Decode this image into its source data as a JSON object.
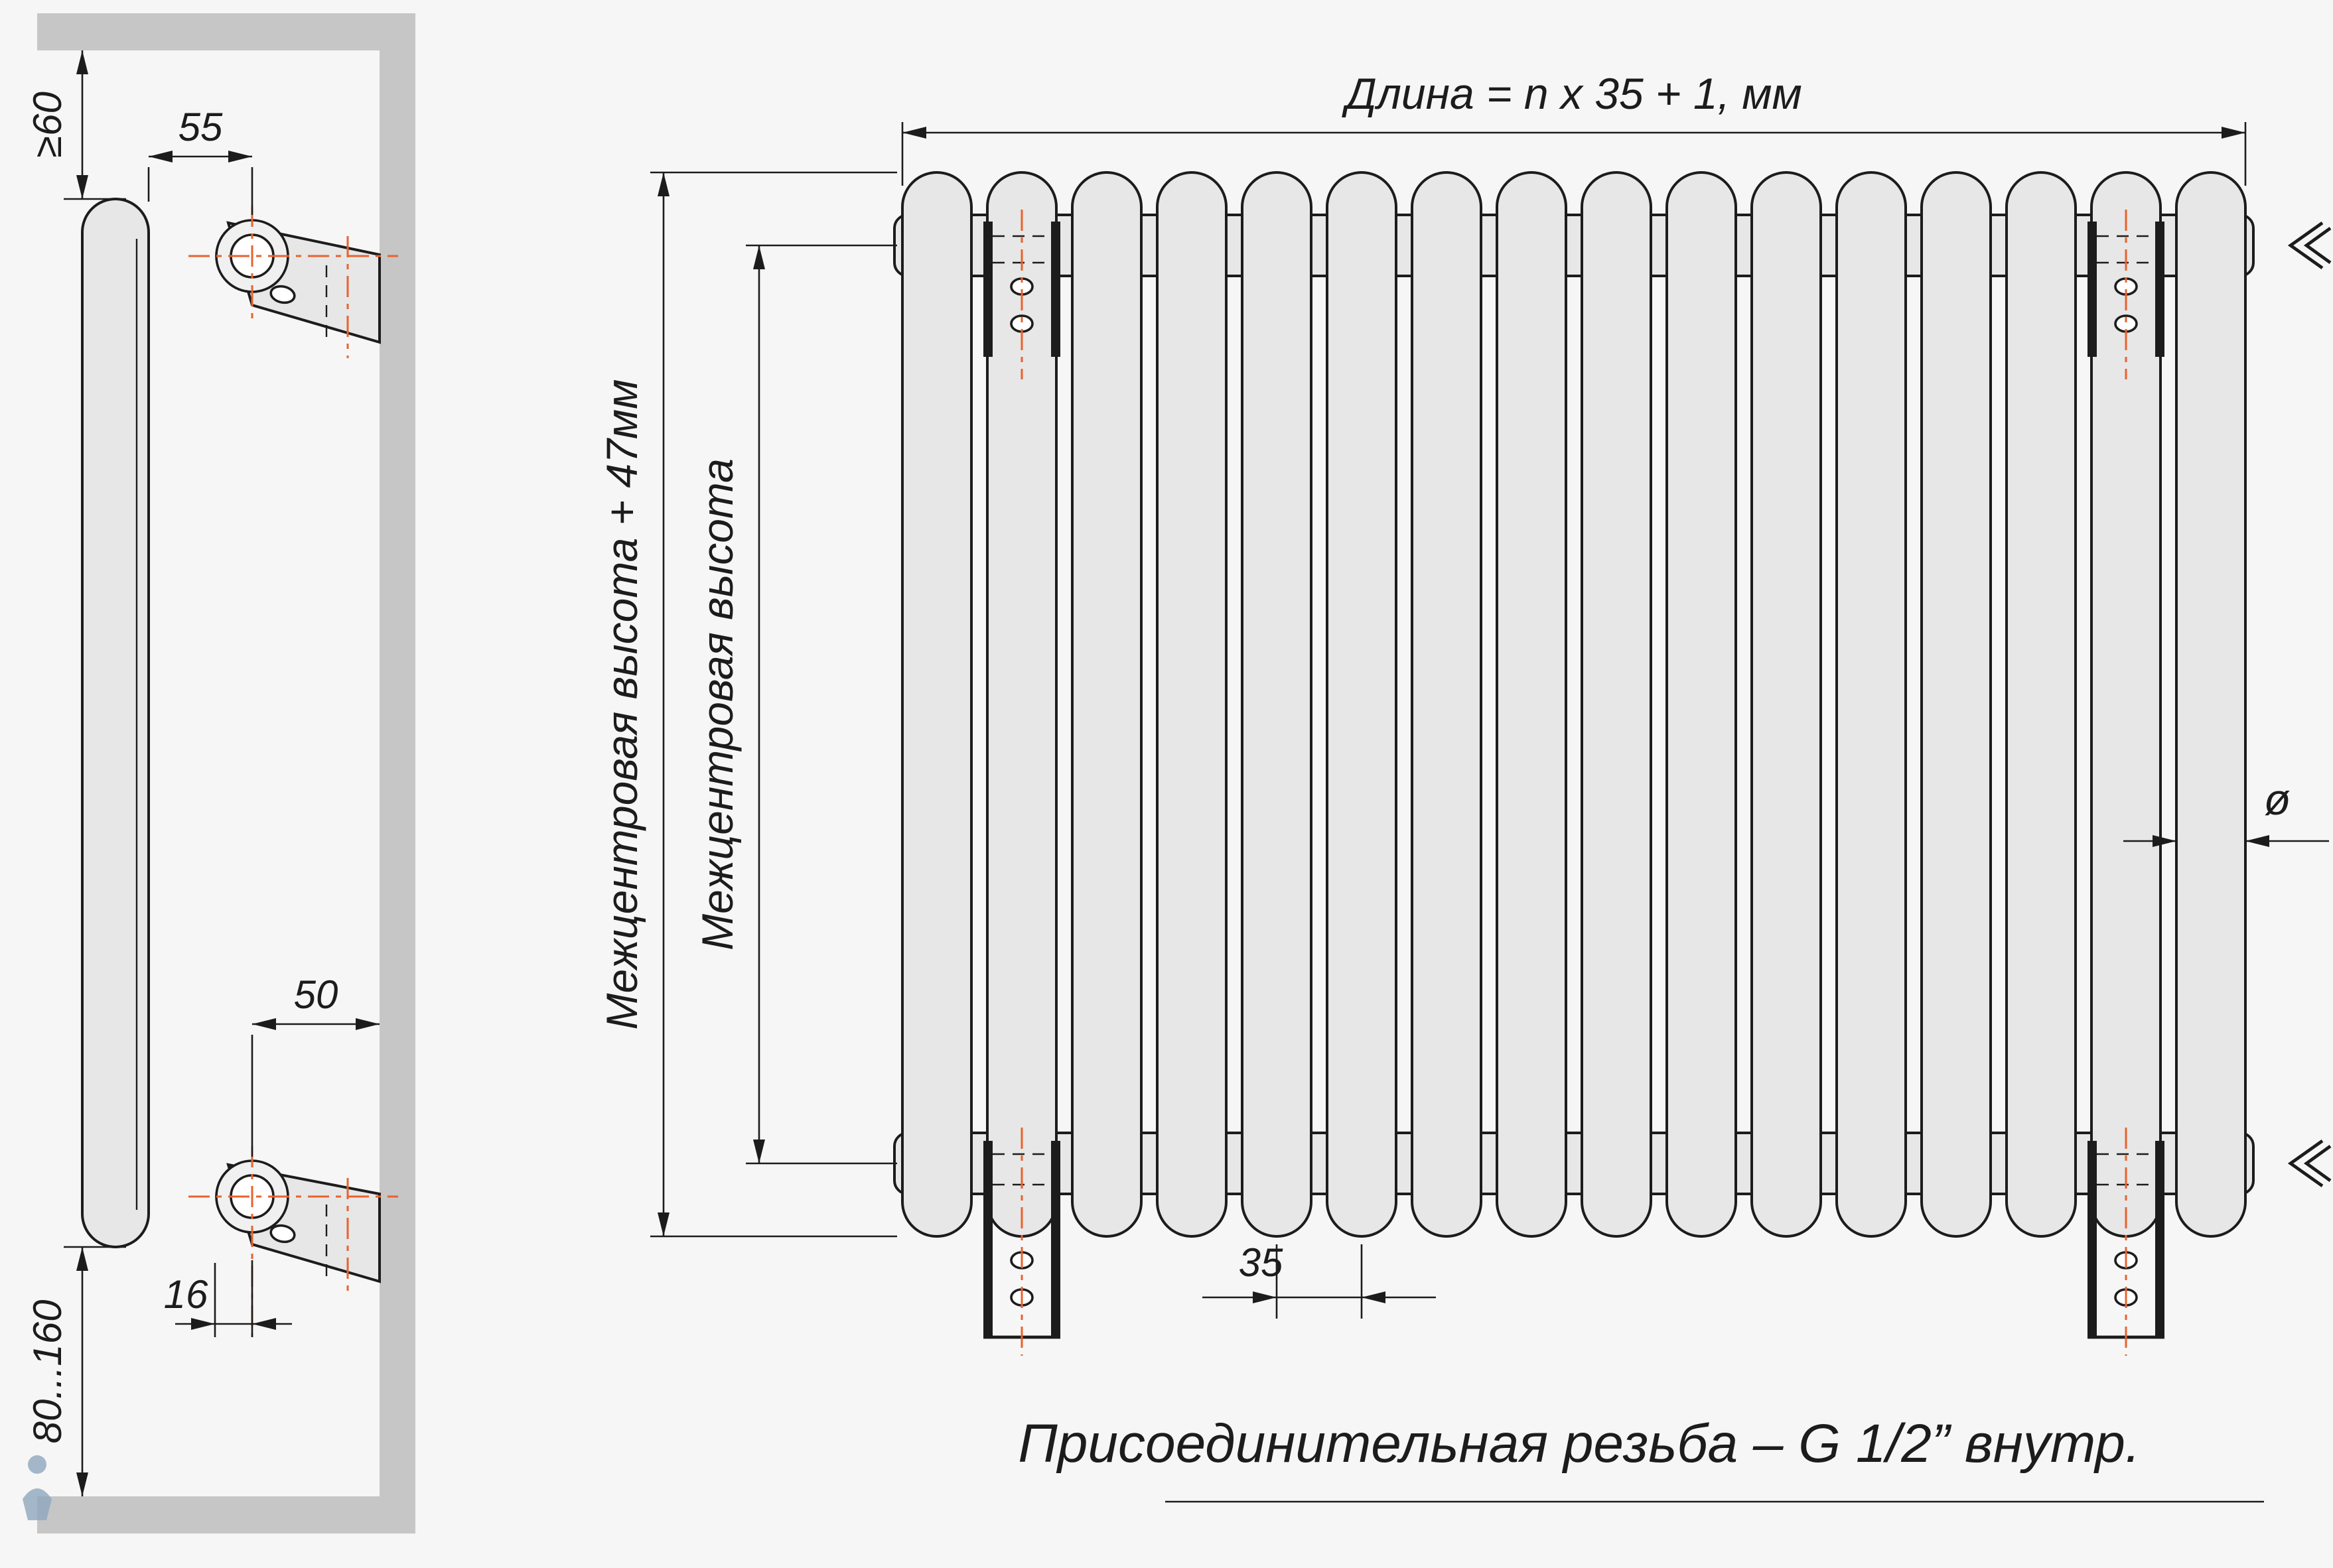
{
  "side_view": {
    "dims": {
      "top_clearance": "≥60",
      "bracket_top_offset": "55",
      "bracket_bottom_offset": "50",
      "pipe_offset": "16",
      "floor_clearance": "80...160"
    }
  },
  "front_view": {
    "tube_count": 16,
    "dims": {
      "length_formula": "Длина = n x 35 + 1, мм",
      "height_outer": "Межцентровая высота + 47мм",
      "height_inner": "Межцентровая высота",
      "tube_pitch": "35",
      "diameter": "ø"
    }
  },
  "footer": {
    "note": "Присоединительная резьба – G 1/2” внутр."
  },
  "colors": {
    "line": "#1c1c1c",
    "fill_body": "#e7e7e7",
    "fill_wall": "#c6c6c6",
    "centerline": "#e8622d",
    "watermark": "#8fa8bf"
  }
}
